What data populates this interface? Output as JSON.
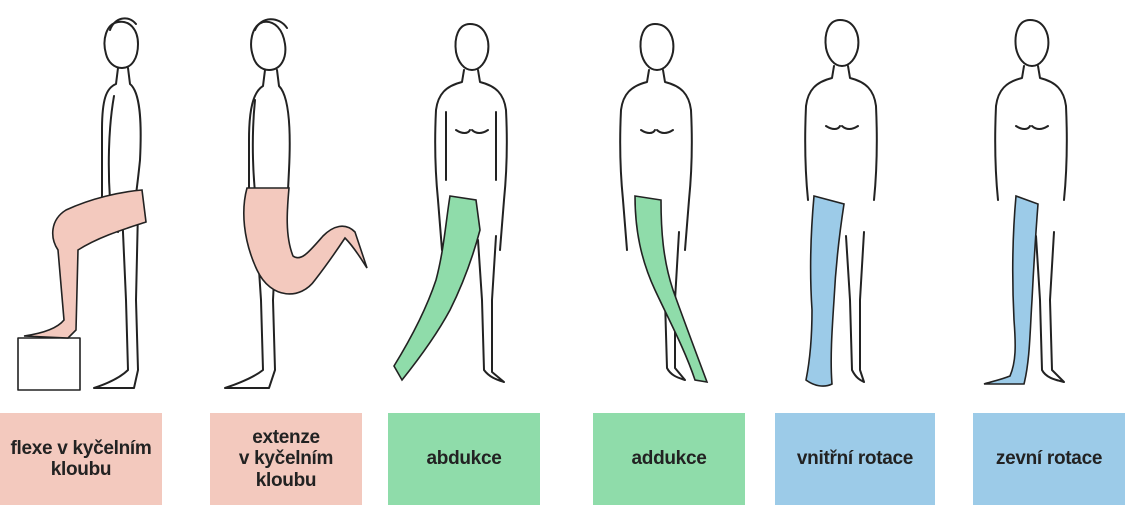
{
  "colors": {
    "pink": "#f3c9be",
    "green": "#8fdcaa",
    "blue": "#9ccbe8"
  },
  "figures": [
    {
      "label": "flexe v kyčelním\nkloubu",
      "color": "pink"
    },
    {
      "label": "extenze\nv kyčelním\nkloubu",
      "color": "pink"
    },
    {
      "label": "abdukce",
      "color": "green"
    },
    {
      "label": "addukce",
      "color": "green"
    },
    {
      "label": "vnitřní rotace",
      "color": "blue"
    },
    {
      "label": "zevní rotace",
      "color": "blue"
    }
  ]
}
